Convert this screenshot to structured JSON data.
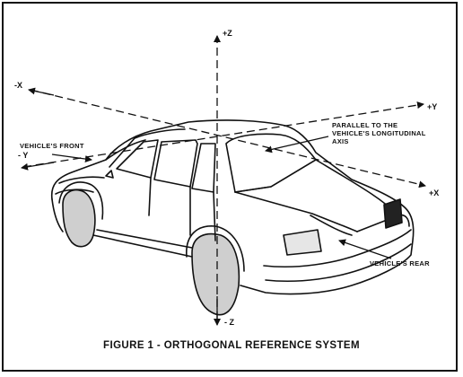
{
  "figure": {
    "caption": "FIGURE 1 - ORTHOGONAL REFERENCE SYSTEM",
    "axes": {
      "pos_z": "+Z",
      "neg_z": "- Z",
      "pos_y": "+Y",
      "neg_y": "- Y",
      "pos_x": "+X",
      "neg_x": "-X"
    },
    "labels": {
      "parallel_line1": "PARALLEL TO THE",
      "parallel_line2": "VEHICLE'S LONGITUDINAL",
      "parallel_line3": "AXIS",
      "front": "VEHICLE'S FRONT",
      "rear": "VEHICLE'S REAR"
    }
  }
}
